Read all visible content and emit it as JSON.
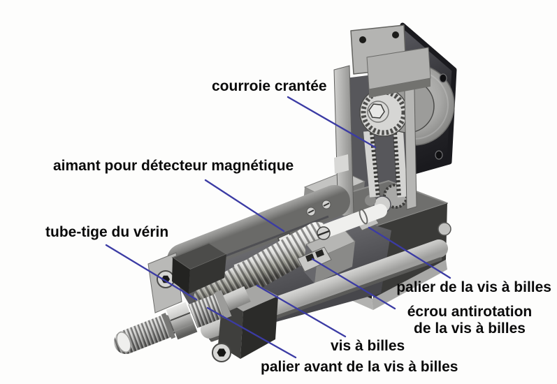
{
  "figure": {
    "type": "technical-diagram",
    "subject": "Vérin électrique — vue en coupe (cutaway electric rod-type cylinder with belt drive)",
    "background_color": "#fdfdfc",
    "leader_line_color": "#3b3ba4",
    "label_text_color": "#0a0a0a"
  },
  "labels": {
    "belt": "courroie crantée",
    "magnet": "aimant pour détecteur magnétique",
    "rod_tube": "tube-tige du vérin",
    "screw_bearing": "palier de la vis à billes",
    "antirotation_line1": "écrou antirotation",
    "antirotation_line2": "de la vis à billes",
    "ball_screw": "vis à billes",
    "front_bearing": "palier avant de la vis à billes"
  }
}
